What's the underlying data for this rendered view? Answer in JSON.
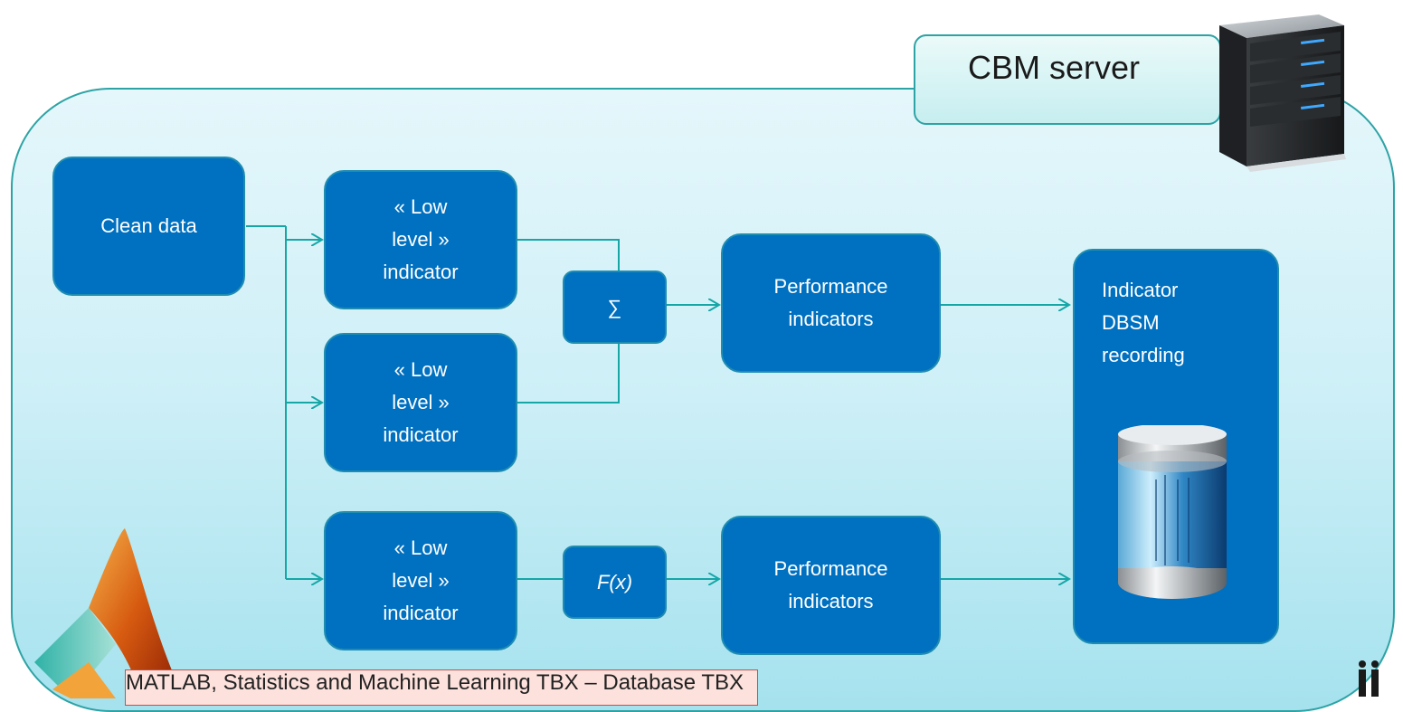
{
  "server": {
    "label": "CBM server",
    "icon": "server-icon"
  },
  "nodes": {
    "clean_data": "Clean data",
    "low_level_1": "« Low\nlevel »\nindicator",
    "low_level_2": "« Low\nlevel »\nindicator",
    "low_level_3": "« Low\nlevel »\nindicator",
    "sum": "∑",
    "fx": "F(x)",
    "performance_1": "Performance\nindicators",
    "performance_2": "Performance\nindicators",
    "indicator_db": "Indicator\nDBSM\nrecording"
  },
  "caption": "MATLAB, Statistics and Machine Learning TBX  –  Database TBX",
  "icons": [
    "server-icon",
    "database-icon",
    "matlab-logo-icon"
  ],
  "colors": {
    "node": "#0070c0",
    "wire": "#16a6a6",
    "container": "#cdeff7",
    "caption_bg": "#fde1dc"
  }
}
